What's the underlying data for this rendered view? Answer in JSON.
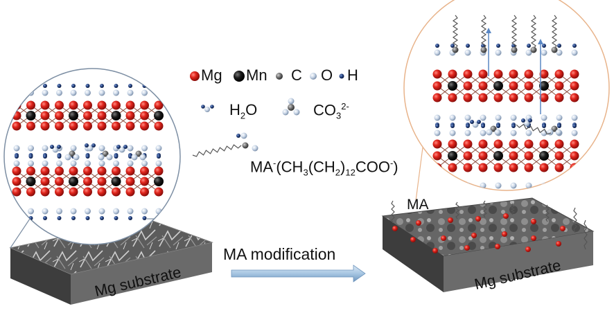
{
  "legend": {
    "mg": "Mg",
    "mn": "Mn",
    "c": "C",
    "o": "O",
    "h": "H",
    "water": {
      "main": "H",
      "sub": "2",
      "tail": "O"
    },
    "carbonate": {
      "main": "CO",
      "sub": "3",
      "sup": "2-"
    }
  },
  "formula": {
    "a": "MA",
    "a_sup": "-",
    "b": "(CH",
    "b_sub": "3",
    "c": "(CH",
    "c_sub": "2",
    "d": ")",
    "d_sub": "12",
    "e": "COO",
    "e_sup": "-",
    "f": ")"
  },
  "labels": {
    "left_substrate": "Mg substrate",
    "right_substrate": "Mg substrate",
    "arrow": "MA modification",
    "ma_tag": "MA"
  },
  "colors": {
    "mg_atom": "#d3201b",
    "mn_atom": "#111111",
    "c_atom": "#6d6d6d",
    "o_atom": "#c9d4e2",
    "h_atom": "#1f3f78",
    "bond": "#8a4a3a",
    "left_circle": "#7c8ea3",
    "right_circle": "#e8b38a",
    "arrow": "#a9c8e3"
  }
}
